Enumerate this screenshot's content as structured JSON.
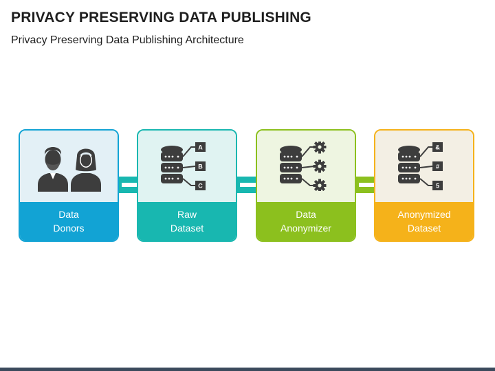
{
  "title": "PRIVACY PRESERVING DATA PUBLISHING",
  "subtitle": "Privacy Preserving Data Publishing Architecture",
  "colors": {
    "blue": "#12a3d4",
    "teal": "#18b7b0",
    "green": "#8cc01e",
    "orange": "#f5b21a",
    "icon": "#3d3d3d"
  },
  "stages": [
    {
      "line1": "Data",
      "line2": "Donors",
      "icon": "people-icon"
    },
    {
      "line1": "Raw",
      "line2": "Dataset",
      "icon": "database-icon",
      "tags": [
        "A",
        "B",
        "C"
      ]
    },
    {
      "line1": "Data",
      "line2": "Anonymizer",
      "icon": "database-gear-icon"
    },
    {
      "line1": "Anonymized",
      "line2": "Dataset",
      "icon": "database-icon",
      "tags": [
        "&",
        "#",
        "5"
      ]
    }
  ]
}
